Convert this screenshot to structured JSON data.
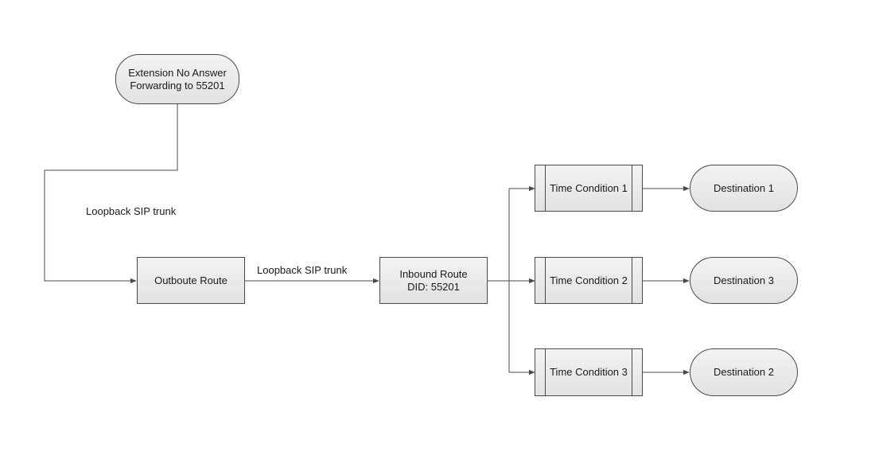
{
  "nodes": {
    "ext_no_answer": {
      "text": "Extension No Answer\nForwarding to 55201"
    },
    "outbound_route": {
      "text": "Outboute Route"
    },
    "inbound_route": {
      "text": "Inbound Route\nDID: 55201"
    },
    "time_condition_1": {
      "text": "Time Condition 1"
    },
    "time_condition_2": {
      "text": "Time Condition 2"
    },
    "time_condition_3": {
      "text": "Time Condition 3"
    },
    "destination_1": {
      "text": "Destination 1"
    },
    "destination_3": {
      "text": "Destination 3"
    },
    "destination_2": {
      "text": "Destination 2"
    }
  },
  "edge_labels": {
    "loopback_left": "Loopback SIP trunk",
    "loopback_middle": "Loopback SIP trunk"
  },
  "colors": {
    "stroke": "#4a4a4a",
    "fill_top": "#f3f3f3",
    "fill_bottom": "#e2e2e2"
  }
}
